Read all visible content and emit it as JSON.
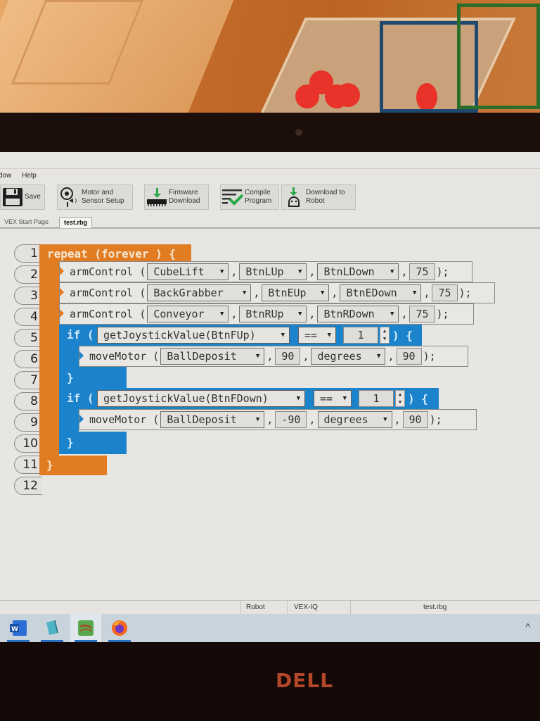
{
  "menu": {
    "items": [
      "dow",
      "Help"
    ]
  },
  "toolbar": {
    "buttons": [
      {
        "label": "Save",
        "icon": "floppy-disk-icon"
      },
      {
        "label_line1": "Motor and",
        "label_line2": "Sensor Setup",
        "icon": "motor-sensor-icon"
      },
      {
        "label_line1": "Firmware",
        "label_line2": "Download",
        "icon": "firmware-download-icon"
      },
      {
        "label_line1": "Compile",
        "label_line2": "Program",
        "icon": "compile-check-icon"
      },
      {
        "label_line1": "Download to",
        "label_line2": "Robot",
        "icon": "download-robot-icon"
      }
    ]
  },
  "tabs": [
    {
      "label": "VEX Start Page",
      "active": false
    },
    {
      "label": "test.rbg",
      "active": true
    }
  ],
  "colors": {
    "loop_block": "#e27c22",
    "if_block": "#1b83cc",
    "editor_bg": "#e8e6e3"
  },
  "code": {
    "line_numbers": [
      "1",
      "2",
      "3",
      "4",
      "5",
      "6",
      "7",
      "8",
      "9",
      "10",
      "11",
      "12"
    ],
    "repeat": {
      "keyword": "repeat (forever ) {",
      "close": "}"
    },
    "arm_controls": [
      {
        "func": "armControl (",
        "motor": "CubeLift",
        "up": "BtnLUp",
        "down": "BtnLDown",
        "speed": "75",
        "end": ");"
      },
      {
        "func": "armControl (",
        "motor": "BackGrabber",
        "up": "BtnEUp",
        "down": "BtnEDown",
        "speed": "75",
        "end": ");"
      },
      {
        "func": "armControl (",
        "motor": "Conveyor",
        "up": "BtnRUp",
        "down": "BtnRDown",
        "speed": "75",
        "end": ");"
      }
    ],
    "ifs": [
      {
        "keyword": "if (",
        "condition": "getJoystickValue(BtnFUp)",
        "operator": "==",
        "value": "1",
        "open": ") {",
        "close": "}",
        "body": {
          "func": "moveMotor (",
          "motor": "BallDeposit",
          "amount": "90",
          "unit": "degrees",
          "speed": "90",
          "end": ");"
        }
      },
      {
        "keyword": "if (",
        "condition": "getJoystickValue(BtnFDown)",
        "operator": "==",
        "value": "1",
        "open": ") {",
        "close": "}",
        "body": {
          "func": "moveMotor (",
          "motor": "BallDeposit",
          "amount": "-90",
          "unit": "degrees",
          "speed": "90",
          "end": ");"
        }
      }
    ],
    "comma": ","
  },
  "statusbar": {
    "robot": "Robot",
    "platform": "VEX-IQ",
    "file": "test.rbg"
  },
  "taskbar": {
    "apps": [
      {
        "name": "Word",
        "icon": "word-icon"
      },
      {
        "name": "Notepad",
        "icon": "notepad-icon"
      },
      {
        "name": "VEXcode",
        "icon": "vex-robot-app-icon",
        "active": true
      },
      {
        "name": "Firefox",
        "icon": "firefox-icon"
      }
    ],
    "tray_chevron": "^"
  },
  "bezel": {
    "brand": "DELL"
  }
}
